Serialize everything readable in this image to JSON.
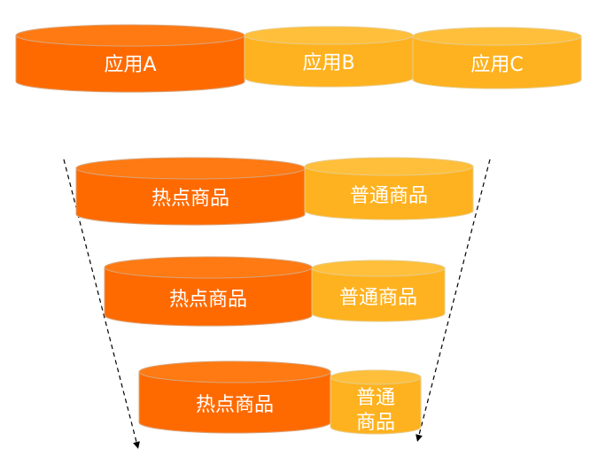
{
  "colors": {
    "hot": "#ff6a00",
    "hot_top": "#ff7a12",
    "hot_stroke": "#d9a47a",
    "normal": "#ffb21f",
    "normal_top": "#ffbf3a",
    "normal_stroke": "#e6cc8a",
    "arrow": "#000000"
  },
  "apps": {
    "a": "应用A",
    "b": "应用B",
    "c": "应用C"
  },
  "tiers": [
    {
      "hot": "热点商品",
      "normal": "普通商品"
    },
    {
      "hot": "热点商品",
      "normal": "普通商品"
    },
    {
      "hot": "热点商品",
      "normal_line1": "普通",
      "normal_line2": "商品"
    }
  ]
}
